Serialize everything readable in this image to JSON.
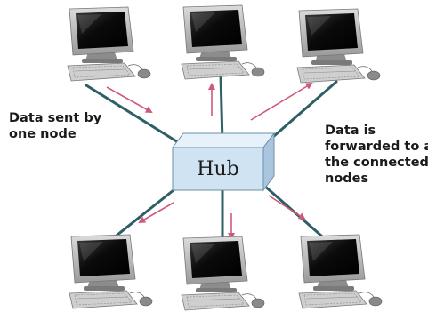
{
  "hub": {
    "label": "Hub"
  },
  "annotations": {
    "sent": [
      "Data sent by",
      "one node"
    ],
    "forwarded": [
      "Data is",
      "forwarded to all",
      "the connected",
      "nodes"
    ]
  },
  "colors": {
    "cable": "#2f5f66",
    "arrow": "#d0587a",
    "hub_front": "#cfe3f2",
    "hub_top": "#e6f1fa",
    "hub_side": "#a9c6de"
  },
  "icons": [
    "desktop-computer-icon",
    "monitor-icon",
    "keyboard-icon",
    "mouse-icon",
    "hub-box-icon",
    "arrow-icon"
  ]
}
